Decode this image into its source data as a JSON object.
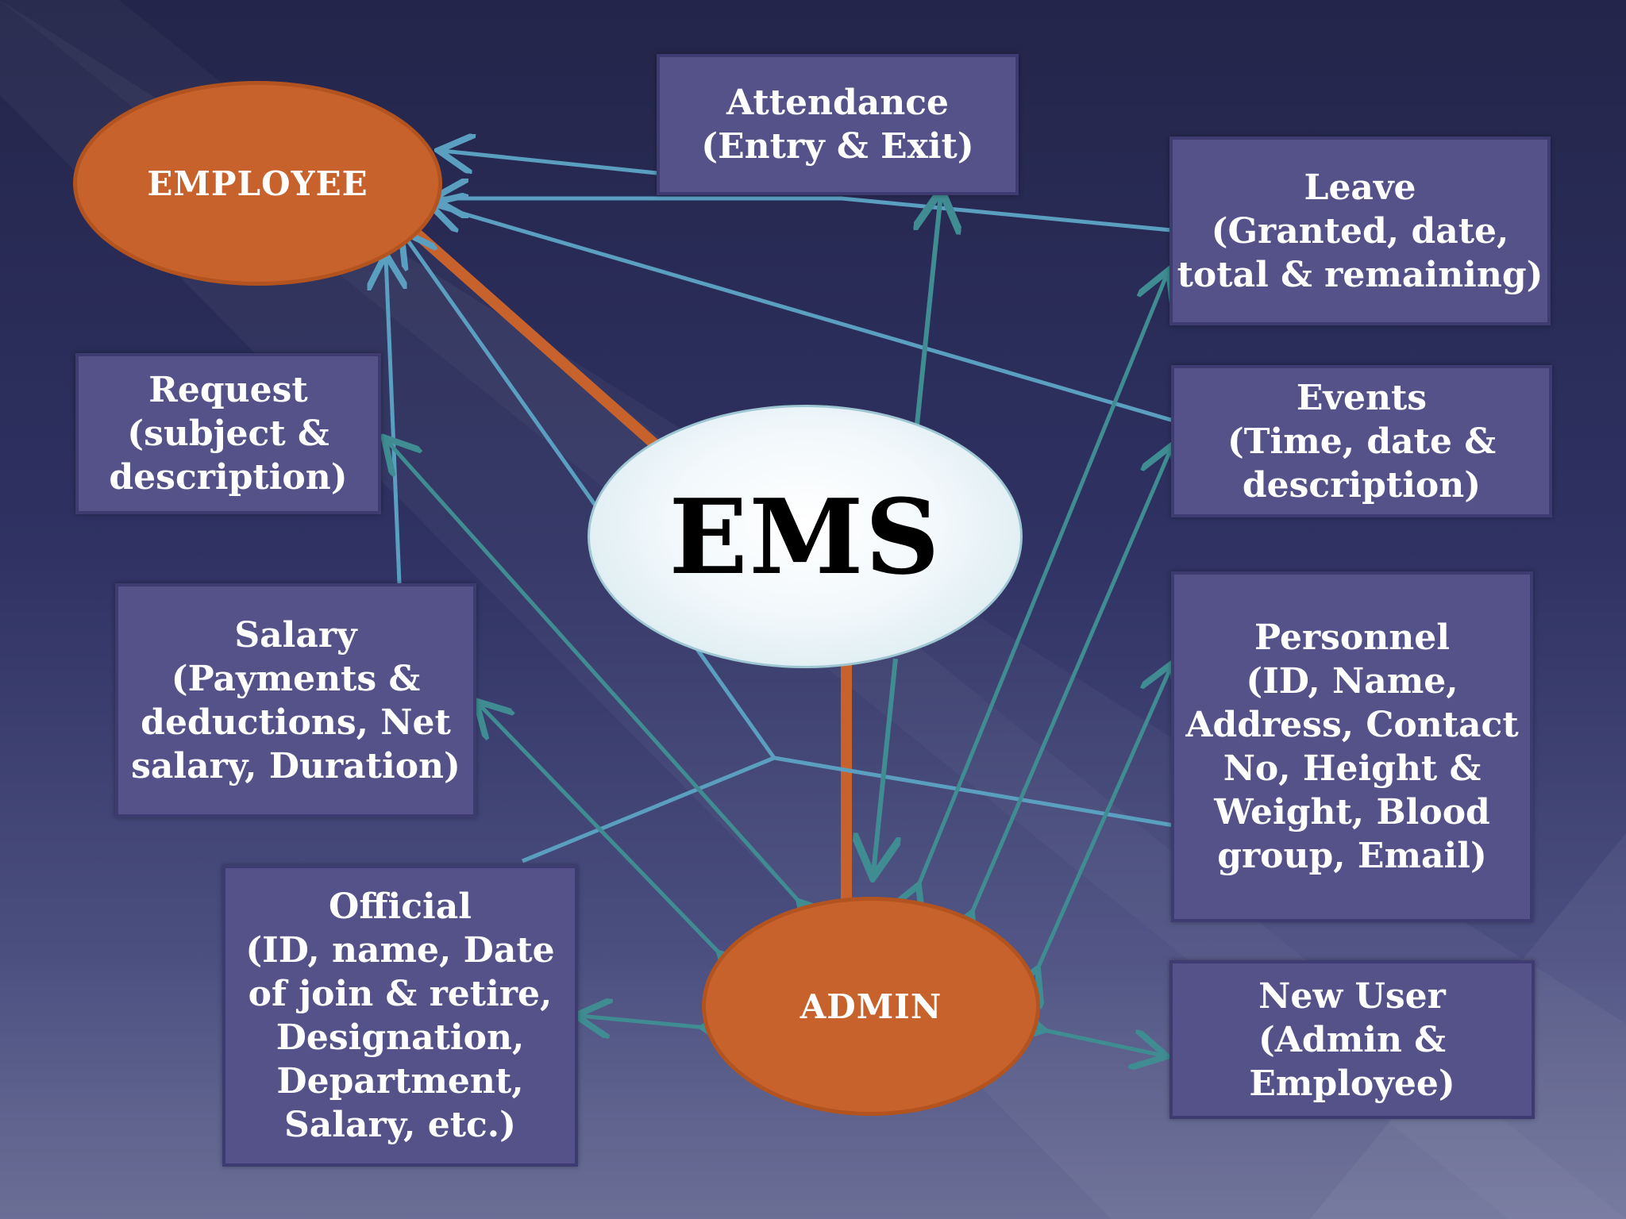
{
  "diagram": {
    "center": {
      "label": "EMS"
    },
    "employee": {
      "label": "EMPLOYEE"
    },
    "admin": {
      "label": "ADMIN"
    },
    "modules": {
      "attendance": {
        "lines": [
          "Attendance",
          "(Entry & Exit)"
        ]
      },
      "leave": {
        "lines": [
          "Leave",
          "(Granted, date,",
          "total & remaining)"
        ]
      },
      "events": {
        "lines": [
          "Events",
          "(Time, date &",
          "description)"
        ]
      },
      "personnel": {
        "lines": [
          "Personnel",
          "(ID, Name,",
          "Address, Contact",
          "No, Height &",
          "Weight, Blood",
          "group, Email)"
        ]
      },
      "new_user": {
        "lines": [
          "New User",
          "(Admin &",
          "Employee)"
        ]
      },
      "request": {
        "lines": [
          "Request",
          "(subject &",
          "description)"
        ]
      },
      "salary": {
        "lines": [
          "Salary",
          "(Payments &",
          "deductions, Net",
          "salary, Duration)"
        ]
      },
      "official": {
        "lines": [
          "Official",
          "(ID, name, Date",
          "of join & retire,",
          "Designation,",
          "Department,",
          "Salary, etc.)"
        ]
      }
    }
  },
  "colors": {
    "orange": "#c8622d",
    "orange_line": "#c8622d",
    "arrow_teal": "#3f8d93",
    "arrow_light": "#5b9fc0",
    "box_fill": "#55528a"
  }
}
